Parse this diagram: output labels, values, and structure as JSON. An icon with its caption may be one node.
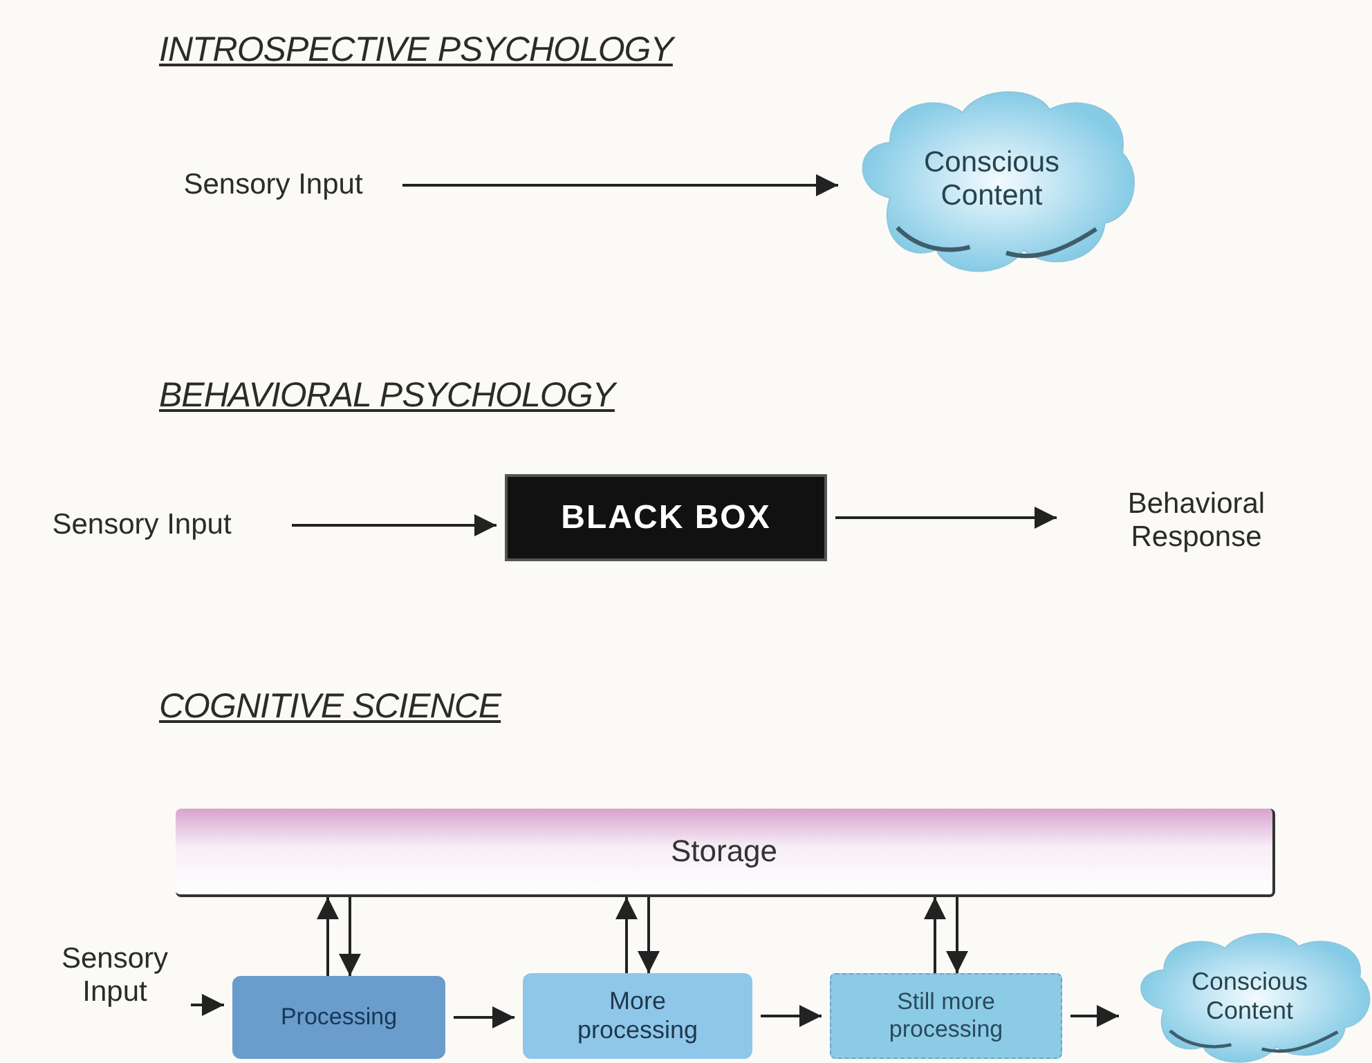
{
  "diagram": {
    "nodes": [
      {
        "text": [
          "Sensory Input"
        ]
      },
      {
        "text": [
          "Conscious Content"
        ]
      },
      {
        "text": [
          "Sensory Input"
        ]
      },
      {
        "text": [
          "BLACK BOX"
        ]
      },
      {
        "text": [
          "Behavioral Response"
        ]
      },
      {
        "text": [
          "Storage"
        ]
      },
      {
        "text": [
          "Sensory Input"
        ]
      },
      {
        "text": [
          "Processing"
        ]
      },
      {
        "text": [
          "More processing"
        ]
      },
      {
        "text": [
          "Still more processing"
        ]
      },
      {
        "text": [
          "Conscious Content"
        ]
      }
    ],
    "edges": [
      {
        "from": 0,
        "to": 1,
        "arrow": "to"
      },
      {
        "from": 2,
        "to": 3,
        "arrow": "to"
      },
      {
        "from": 3,
        "to": 4,
        "arrow": "to"
      },
      {
        "from": 7,
        "to": 5,
        "arrow": "to"
      },
      {
        "from": 5,
        "to": 7,
        "arrow": "to"
      },
      {
        "from": 8,
        "to": 5,
        "arrow": "to"
      },
      {
        "from": 5,
        "to": 8,
        "arrow": "to"
      },
      {
        "from": 9,
        "to": 5,
        "arrow": "to"
      },
      {
        "from": 5,
        "to": 9,
        "arrow": "to"
      },
      {
        "from": 6,
        "to": 7,
        "arrow": "to"
      },
      {
        "from": 7,
        "to": 8,
        "arrow": "to"
      },
      {
        "from": 8,
        "to": 9,
        "arrow": "to"
      },
      {
        "from": 9,
        "to": 10,
        "arrow": "to"
      }
    ],
    "labels": [
      "INTROSPECTIVE PSYCHOLOGY",
      "BEHAVIORAL PSYCHOLOGY",
      "COGNITIVE SCIENCE"
    ]
  }
}
